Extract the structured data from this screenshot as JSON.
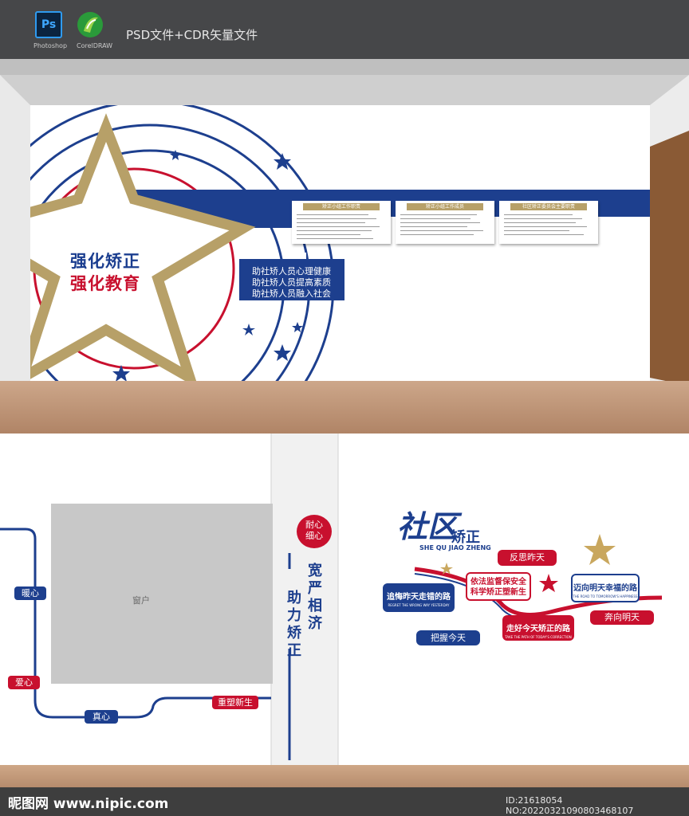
{
  "header": {
    "photoshop_icon_text": "Ps",
    "photoshop_label": "Photoshop",
    "coreldraw_label": "CorelDRAW",
    "title": "PSD文件+CDR矢量文件"
  },
  "wall": {
    "slogan_line1": "强化矫正",
    "slogan_line2": "强化教育",
    "aims": [
      "助社矫人员心理健康",
      "助社矫人员提高素质",
      "助社矫人员融入社会"
    ],
    "panels": [
      {
        "title": "矫正小组工作职责"
      },
      {
        "title": "矫正小组工作成员"
      },
      {
        "title": "社区矫正委员会主要职责"
      }
    ],
    "colors": {
      "navy": "#1d3f8e",
      "red": "#c8102e",
      "gold": "#b7a068"
    }
  },
  "left_wall": {
    "window_label": "窗户",
    "tags": {
      "warm": "暖心",
      "love": "爱心",
      "true": "真心",
      "reborn": "重塑新生"
    }
  },
  "column": {
    "bubble": "耐心\n细心",
    "col1": "宽严相济",
    "col2": "助力矫正"
  },
  "right_wall": {
    "logo_main": "社区",
    "logo_sub": "矫正",
    "logo_pinyin": "SHE QU JIAO ZHENG",
    "reflect": "反思昨天",
    "regret": "追悔昨天走错的路",
    "regret_en": "REGRET THE WRONG WAY YESTERDAY",
    "supervise_1": "依法监督保安全",
    "supervise_2": "科学矫正塑新生",
    "toward": "迈向明天幸福的路",
    "toward_en": "THE ROAD TO TOMORROW'S HAPPINESS",
    "run": "奔向明天",
    "grasp": "把握今天",
    "walk": "走好今天矫正的路",
    "walk_en": "TAKE THE PATH OF TODAY'S CORRECTION"
  },
  "footer": {
    "site": "昵图网 www.nipic.com",
    "id_text": "ID:21618054 NO:20220321090803468107"
  }
}
